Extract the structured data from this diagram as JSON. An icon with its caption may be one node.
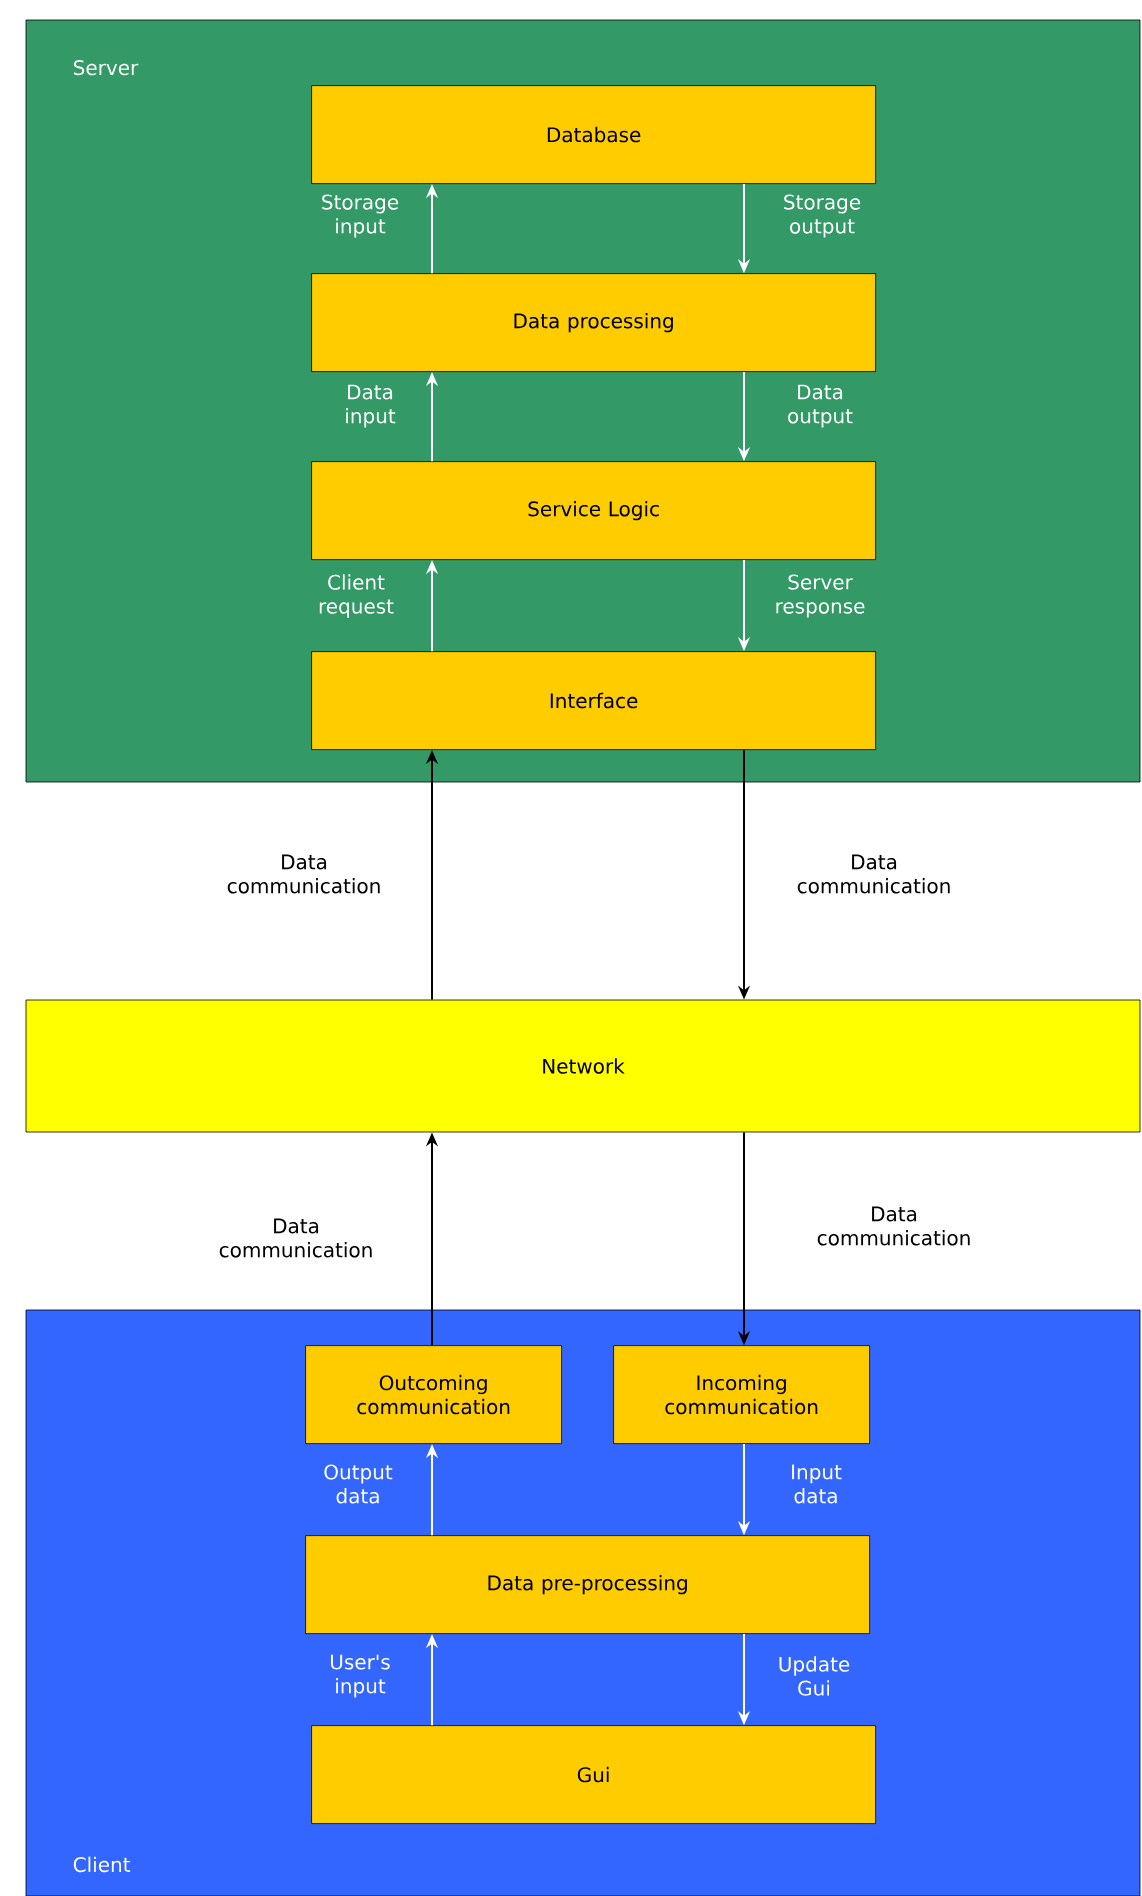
{
  "diagram": {
    "nodes": [
      {
        "text": [
          "Server"
        ]
      },
      {
        "text": [
          "Database"
        ],
        "in": 0
      },
      {
        "text": [
          "Data processing"
        ],
        "in": 0
      },
      {
        "text": [
          "Service Logic"
        ],
        "in": 0
      },
      {
        "text": [
          "Interface"
        ],
        "in": 0
      },
      {
        "text": [
          "Network"
        ]
      },
      {
        "text": [
          "Client"
        ]
      },
      {
        "text": [
          "Outcoming communication"
        ],
        "in": 6
      },
      {
        "text": [
          "Incoming communication"
        ],
        "in": 6
      },
      {
        "text": [
          "Data pre-processing"
        ],
        "in": 6
      },
      {
        "text": [
          "Gui"
        ],
        "in": 6
      }
    ],
    "edges": [
      {
        "from": 2,
        "to": 1,
        "arrow": "to",
        "label": "Storage input"
      },
      {
        "from": 1,
        "to": 2,
        "arrow": "to",
        "label": "Storage output"
      },
      {
        "from": 3,
        "to": 2,
        "arrow": "to",
        "label": "Data input"
      },
      {
        "from": 2,
        "to": 3,
        "arrow": "to",
        "label": "Data output"
      },
      {
        "from": 4,
        "to": 3,
        "arrow": "to",
        "label": "Client request"
      },
      {
        "from": 3,
        "to": 4,
        "arrow": "to",
        "label": "Server response"
      },
      {
        "from": 5,
        "to": 4,
        "arrow": "to",
        "label": "Data communication",
        "color": "#000000"
      },
      {
        "from": 4,
        "to": 5,
        "arrow": "to",
        "label": "Data communication",
        "color": "#000000"
      },
      {
        "from": 7,
        "to": 5,
        "arrow": "to",
        "label": "Data communication",
        "color": "#000000"
      },
      {
        "from": 5,
        "to": 8,
        "arrow": "to",
        "label": "Data communication",
        "color": "#000000"
      },
      {
        "from": 9,
        "to": 7,
        "arrow": "to",
        "label": "Output data"
      },
      {
        "from": 8,
        "to": 9,
        "arrow": "to",
        "label": "Input data"
      },
      {
        "from": 10,
        "to": 9,
        "arrow": "to",
        "label": "User's input"
      },
      {
        "from": 9,
        "to": 10,
        "arrow": "to",
        "label": "Update Gui"
      }
    ]
  }
}
